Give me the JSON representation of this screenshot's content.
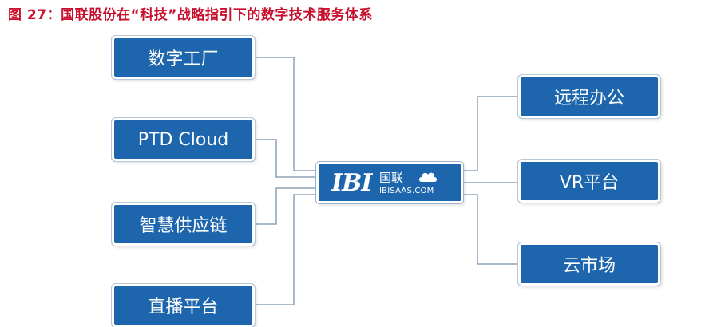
{
  "caption": "图 27：国联股份在“科技”战略指引下的数字技术服务体系",
  "center": {
    "mark": "IBI",
    "name_cn": "国联",
    "domain": "IBISAAS.COM"
  },
  "left_nodes": [
    {
      "label": "数字工厂"
    },
    {
      "label": "PTD Cloud"
    },
    {
      "label": "智慧供应链"
    },
    {
      "label": "直播平台"
    }
  ],
  "right_nodes": [
    {
      "label": "远程办公"
    },
    {
      "label": "VR平台"
    },
    {
      "label": "云市场"
    }
  ],
  "colors": {
    "node_fill": "#1d65ad",
    "connector": "#8fa3b8",
    "caption": "#c8102e"
  }
}
